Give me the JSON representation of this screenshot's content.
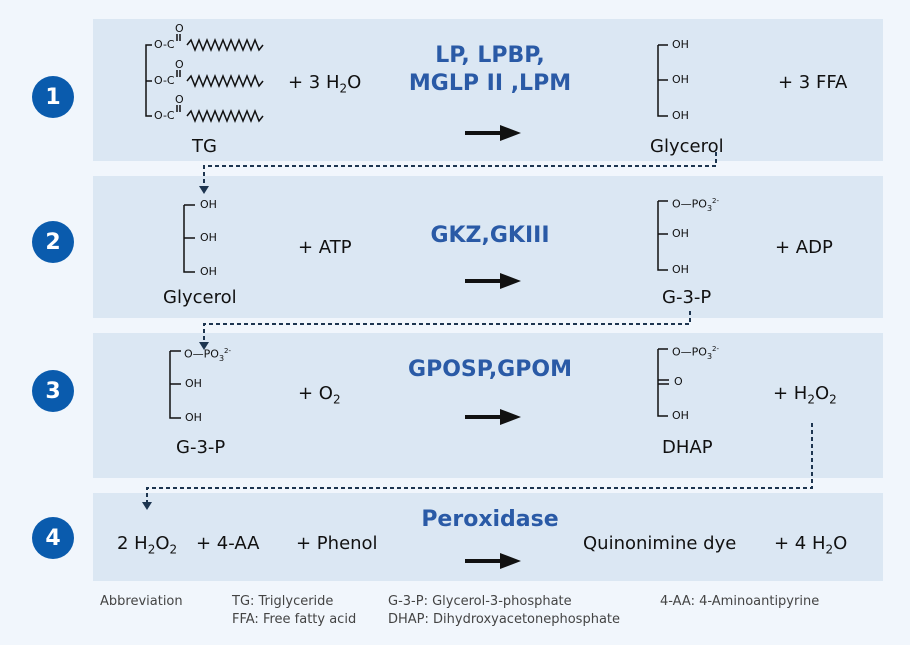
{
  "steps": [
    {
      "number": "1",
      "tg_label": "TG",
      "plus_water": "+  3 H",
      "water_sub": "2",
      "water_tail": "O",
      "enzyme_line1": "LP, LPBP,",
      "enzyme_line2": "MGLP II ,LPM",
      "product_label": "Glycerol",
      "plus_ffa": "+  3 FFA"
    },
    {
      "number": "2",
      "substrate_label": "Glycerol",
      "plus_atp": "+  ATP",
      "enzyme": "GKZ,GKIII",
      "product_label": "G-3-P",
      "plus_adp": "+  ADP"
    },
    {
      "number": "3",
      "substrate_label": "G-3-P",
      "plus_o2": "+  O",
      "o2_sub": "2",
      "enzyme": "GPOSP,GPOM",
      "product_label": "DHAP",
      "plus_h2o2": "+  H",
      "h2o2_sub1": "2",
      "h2o2_mid": "O",
      "h2o2_sub2": "2"
    },
    {
      "number": "4",
      "reactant1": "2 H",
      "r1_sub1": "2",
      "r1_mid": "O",
      "r1_sub2": "2",
      "plus_aa": "+   4-AA",
      "plus_phenol": "+   Phenol",
      "enzyme": "Peroxidase",
      "product": "Quinonimine dye",
      "plus_water": "+  4 H",
      "water_sub": "2",
      "water_tail": "O"
    }
  ],
  "chem": {
    "oh": "OH",
    "ester": "O-C",
    "carbonyl_o": "O",
    "phosphate": "O—PO",
    "phosphate_sub": "3",
    "phosphate_sup": "2-",
    "keto": "O"
  },
  "abbreviations": {
    "title": "Abbreviation",
    "tg": "TG: Triglyceride",
    "ffa": "FFA: Free fatty acid",
    "g3p": "G-3-P: Glycerol-3-phosphate",
    "dhap": "DHAP: Dihydroxyacetonephosphate",
    "aa": "4-AA: 4-Aminoantipyrine"
  },
  "colors": {
    "background": "#f1f6fc",
    "panel": "#dbe7f3",
    "badge": "#0a5bad",
    "enzyme_text": "#2a5aa6",
    "connector": "#1d3550"
  }
}
